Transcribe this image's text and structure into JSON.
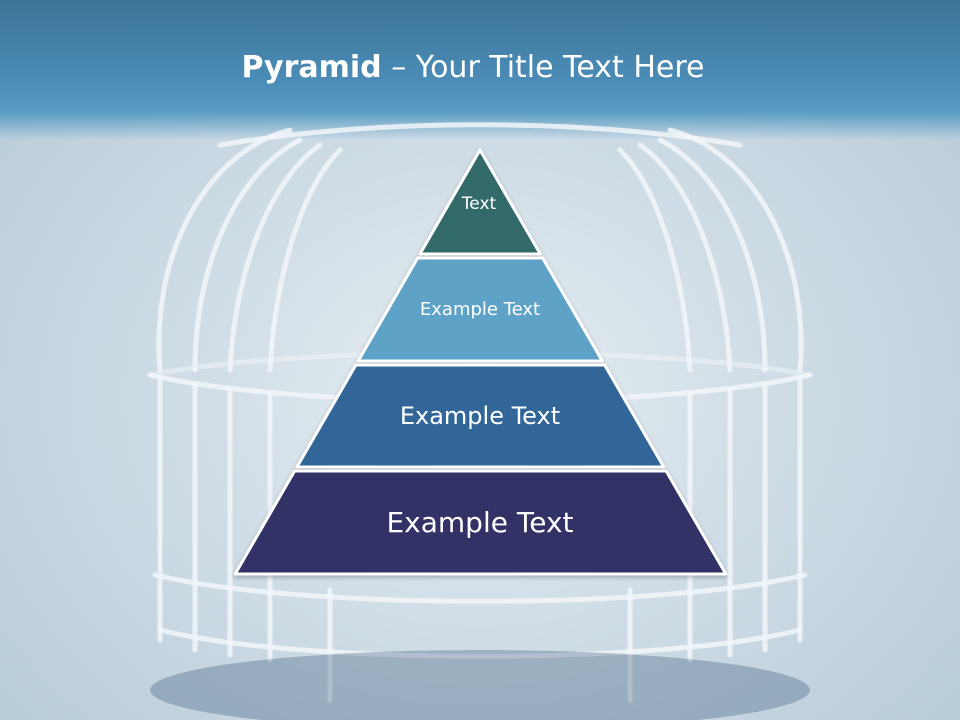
{
  "slide": {
    "title_bold": "Pyramid",
    "title_rest": " – Your Title Text Here"
  },
  "pyramid": {
    "levels": [
      {
        "label": "Text",
        "color": "#336b6b"
      },
      {
        "label": "Example Text",
        "color": "#5fa2c8"
      },
      {
        "label": "Example Text",
        "color": "#336699"
      },
      {
        "label": "Example Text",
        "color": "#333366"
      }
    ]
  }
}
